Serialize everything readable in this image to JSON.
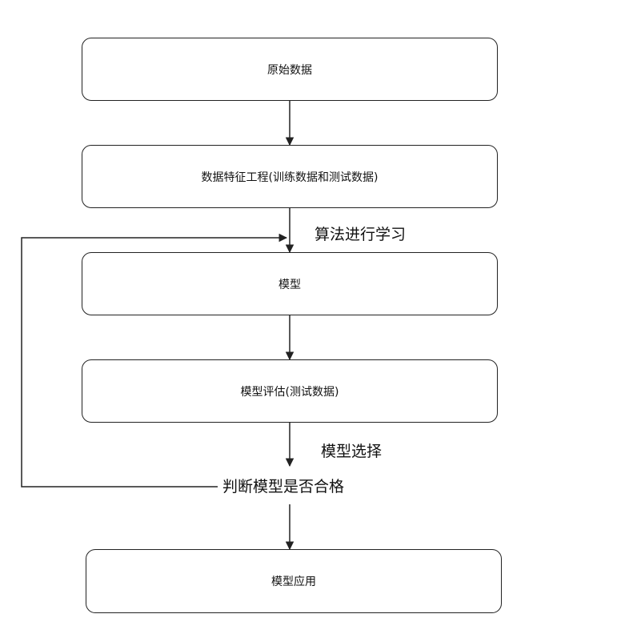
{
  "diagram": {
    "nodes": {
      "raw_data": "原始数据",
      "feature_engineering": "数据特征工程(训练数据和测试数据)",
      "model": "模型",
      "model_evaluation": "模型评估(测试数据)",
      "model_application": "模型应用"
    },
    "labels": {
      "algorithm_learning": "算法进行学习",
      "model_selection": "模型选择",
      "judge_model": "判断模型是否合格"
    },
    "colors": {
      "stroke": "#222222",
      "background": "#ffffff",
      "text": "#111111"
    }
  }
}
